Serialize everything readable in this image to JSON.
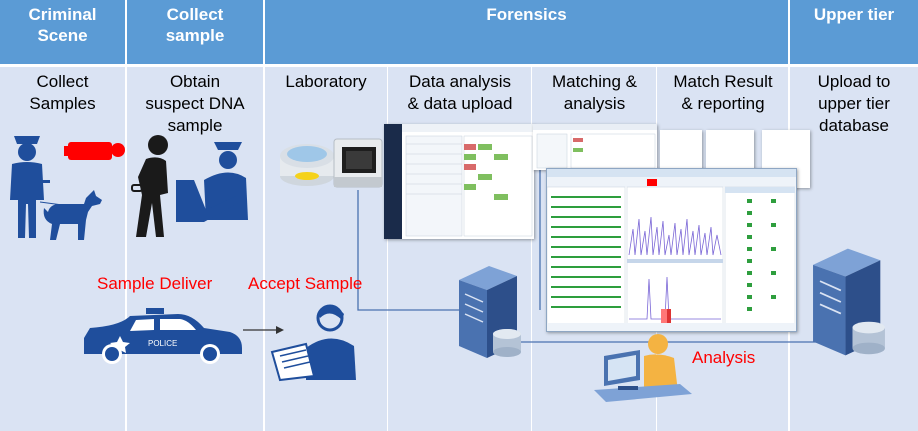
{
  "headers": {
    "criminal_scene": "Criminal\nScene",
    "collect_sample": "Collect\nsample",
    "forensics": "Forensics",
    "upper_tier": "Upper tier"
  },
  "steps": {
    "collect_samples": "Collect\nSamples",
    "obtain_dna": "Obtain\nsuspect DNA\nsample",
    "laboratory": "Laboratory",
    "data_analysis": "Data analysis\n& data upload",
    "matching": "Matching &\nanalysis",
    "match_result": "Match Result\n& reporting",
    "upload": "Upload to\nupper tier\ndatabase"
  },
  "labels": {
    "sample_deliver": "Sample Deliver",
    "accept_sample": "Accept Sample",
    "analysis": "Analysis",
    "police_text": "POLICE"
  },
  "colors": {
    "header_bg": "#5b9bd5",
    "panel_bg": "#dae3f3",
    "icon_blue": "#1f4e9c",
    "dark_icon": "#1a1a1a",
    "red_accent": "#ff0000",
    "server_blue": "#4a72b0"
  },
  "icons": [
    "police-officer-icon",
    "police-dog-icon",
    "red-body-icon",
    "handcuffed-suspect-icon",
    "officer-at-desk-icon",
    "police-car-icon",
    "receptionist-icon",
    "centrifuge-icon",
    "dna-analyzer-icon",
    "server-icon",
    "analyst-computer-icon"
  ]
}
